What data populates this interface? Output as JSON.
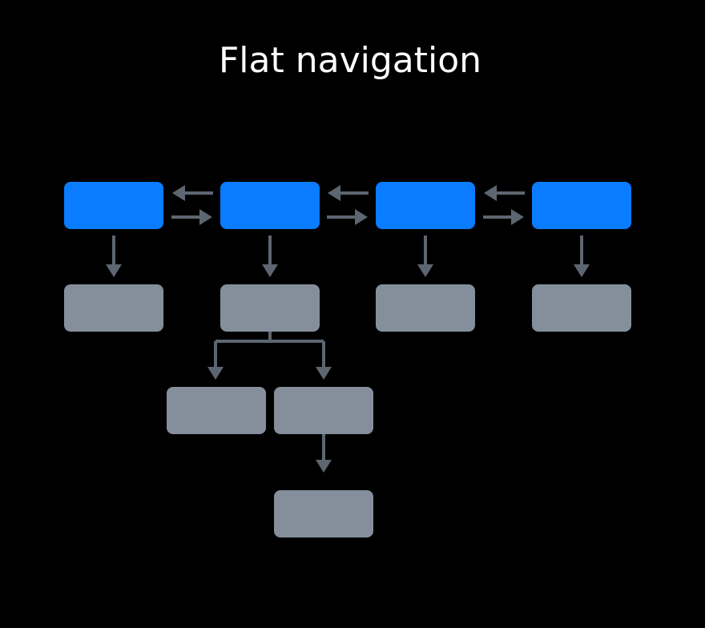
{
  "title": "Flat navigation",
  "colors": {
    "background": "#000000",
    "top_level": "#0A7CFF",
    "child": "#858F9B",
    "arrow": "#5D6670",
    "title": "#FFFFFF"
  },
  "structure": {
    "top_level_count": 4,
    "children": [
      {
        "parent": "top-1",
        "child": "child-1"
      },
      {
        "parent": "top-2",
        "child": "child-2"
      },
      {
        "parent": "top-3",
        "child": "child-3"
      },
      {
        "parent": "top-4",
        "child": "child-4"
      },
      {
        "parent": "child-2",
        "child": "grandchild-1"
      },
      {
        "parent": "child-2",
        "child": "grandchild-2"
      },
      {
        "parent": "grandchild-2",
        "child": "great-grandchild-1"
      }
    ],
    "lateral_links": [
      {
        "between": [
          "top-1",
          "top-2"
        ],
        "directions": [
          "left",
          "right"
        ]
      },
      {
        "between": [
          "top-2",
          "top-3"
        ],
        "directions": [
          "left",
          "right"
        ]
      },
      {
        "between": [
          "top-3",
          "top-4"
        ],
        "directions": [
          "left",
          "right"
        ]
      }
    ]
  }
}
